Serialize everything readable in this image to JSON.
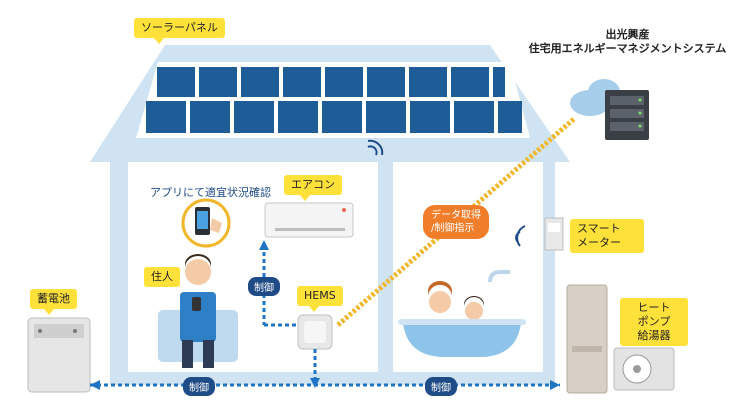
{
  "labels": {
    "solar_panel": "ソーラーパネル",
    "hems_system": [
      "出光興産",
      "住宅用エネルギーマネジメントシステム"
    ],
    "app_check": "アプリにて適宜状況確認",
    "aircon": "エアコン",
    "data_control": [
      "データ取得",
      "/制御指示"
    ],
    "smart_meter": [
      "スマート",
      "メーター"
    ],
    "resident": "住人",
    "control": "制御",
    "hems": "HEMS",
    "battery": "蓄電池",
    "water_heater": [
      "ヒート",
      "ポンプ",
      "給湯器"
    ]
  },
  "colors": {
    "house": "#cfe3f3",
    "panel": "#1d5c96",
    "callout": "#ffe13a",
    "flow": "#1f74c4",
    "data_line": "#f2b62b",
    "pill": "#1f4b86",
    "orange": "#f07d2a"
  }
}
